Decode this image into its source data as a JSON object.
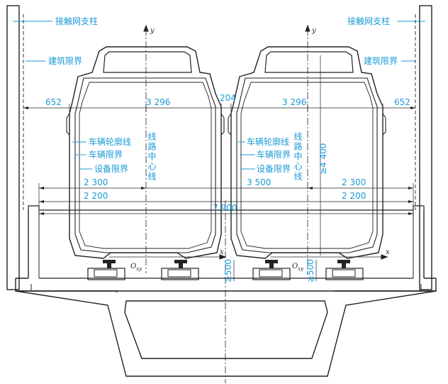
{
  "labels": {
    "catenary_pole_left": "接触网支柱",
    "catenary_pole_right": "接触网支柱",
    "building_limit_left": "建筑限界",
    "building_limit_right": "建筑限界",
    "vehicle_contour": "车辆轮廓线",
    "vehicle_limit": "车辆限界",
    "equipment_limit": "设备限界",
    "vehicle_contour_r": "车辆轮廓线",
    "vehicle_limit_r": "车辆限界",
    "equipment_limit_r": "设备限界",
    "track_center_l": "线路中心线",
    "track_center_r": "线路中心线"
  },
  "dimensions": {
    "d652_left": "652",
    "d3296_left": "3 296",
    "d204": "204",
    "d3296_right": "3 296",
    "d652_right": "652",
    "d2300_left": "2 300",
    "d3500": "3 500",
    "d2300_right": "2 300",
    "d2200_left": "2 200",
    "d2200_right": "2 200",
    "d7900": "7 900",
    "d4400": "≥4 400",
    "d500_left": "≥500",
    "d500_right": "≥500"
  },
  "axes": {
    "y_left": "y",
    "y_right": "y",
    "x_left": "x",
    "x_right": "x",
    "o_left": "O",
    "o_left_sub": "xy",
    "o_right": "O",
    "o_right_sub": "xy"
  }
}
